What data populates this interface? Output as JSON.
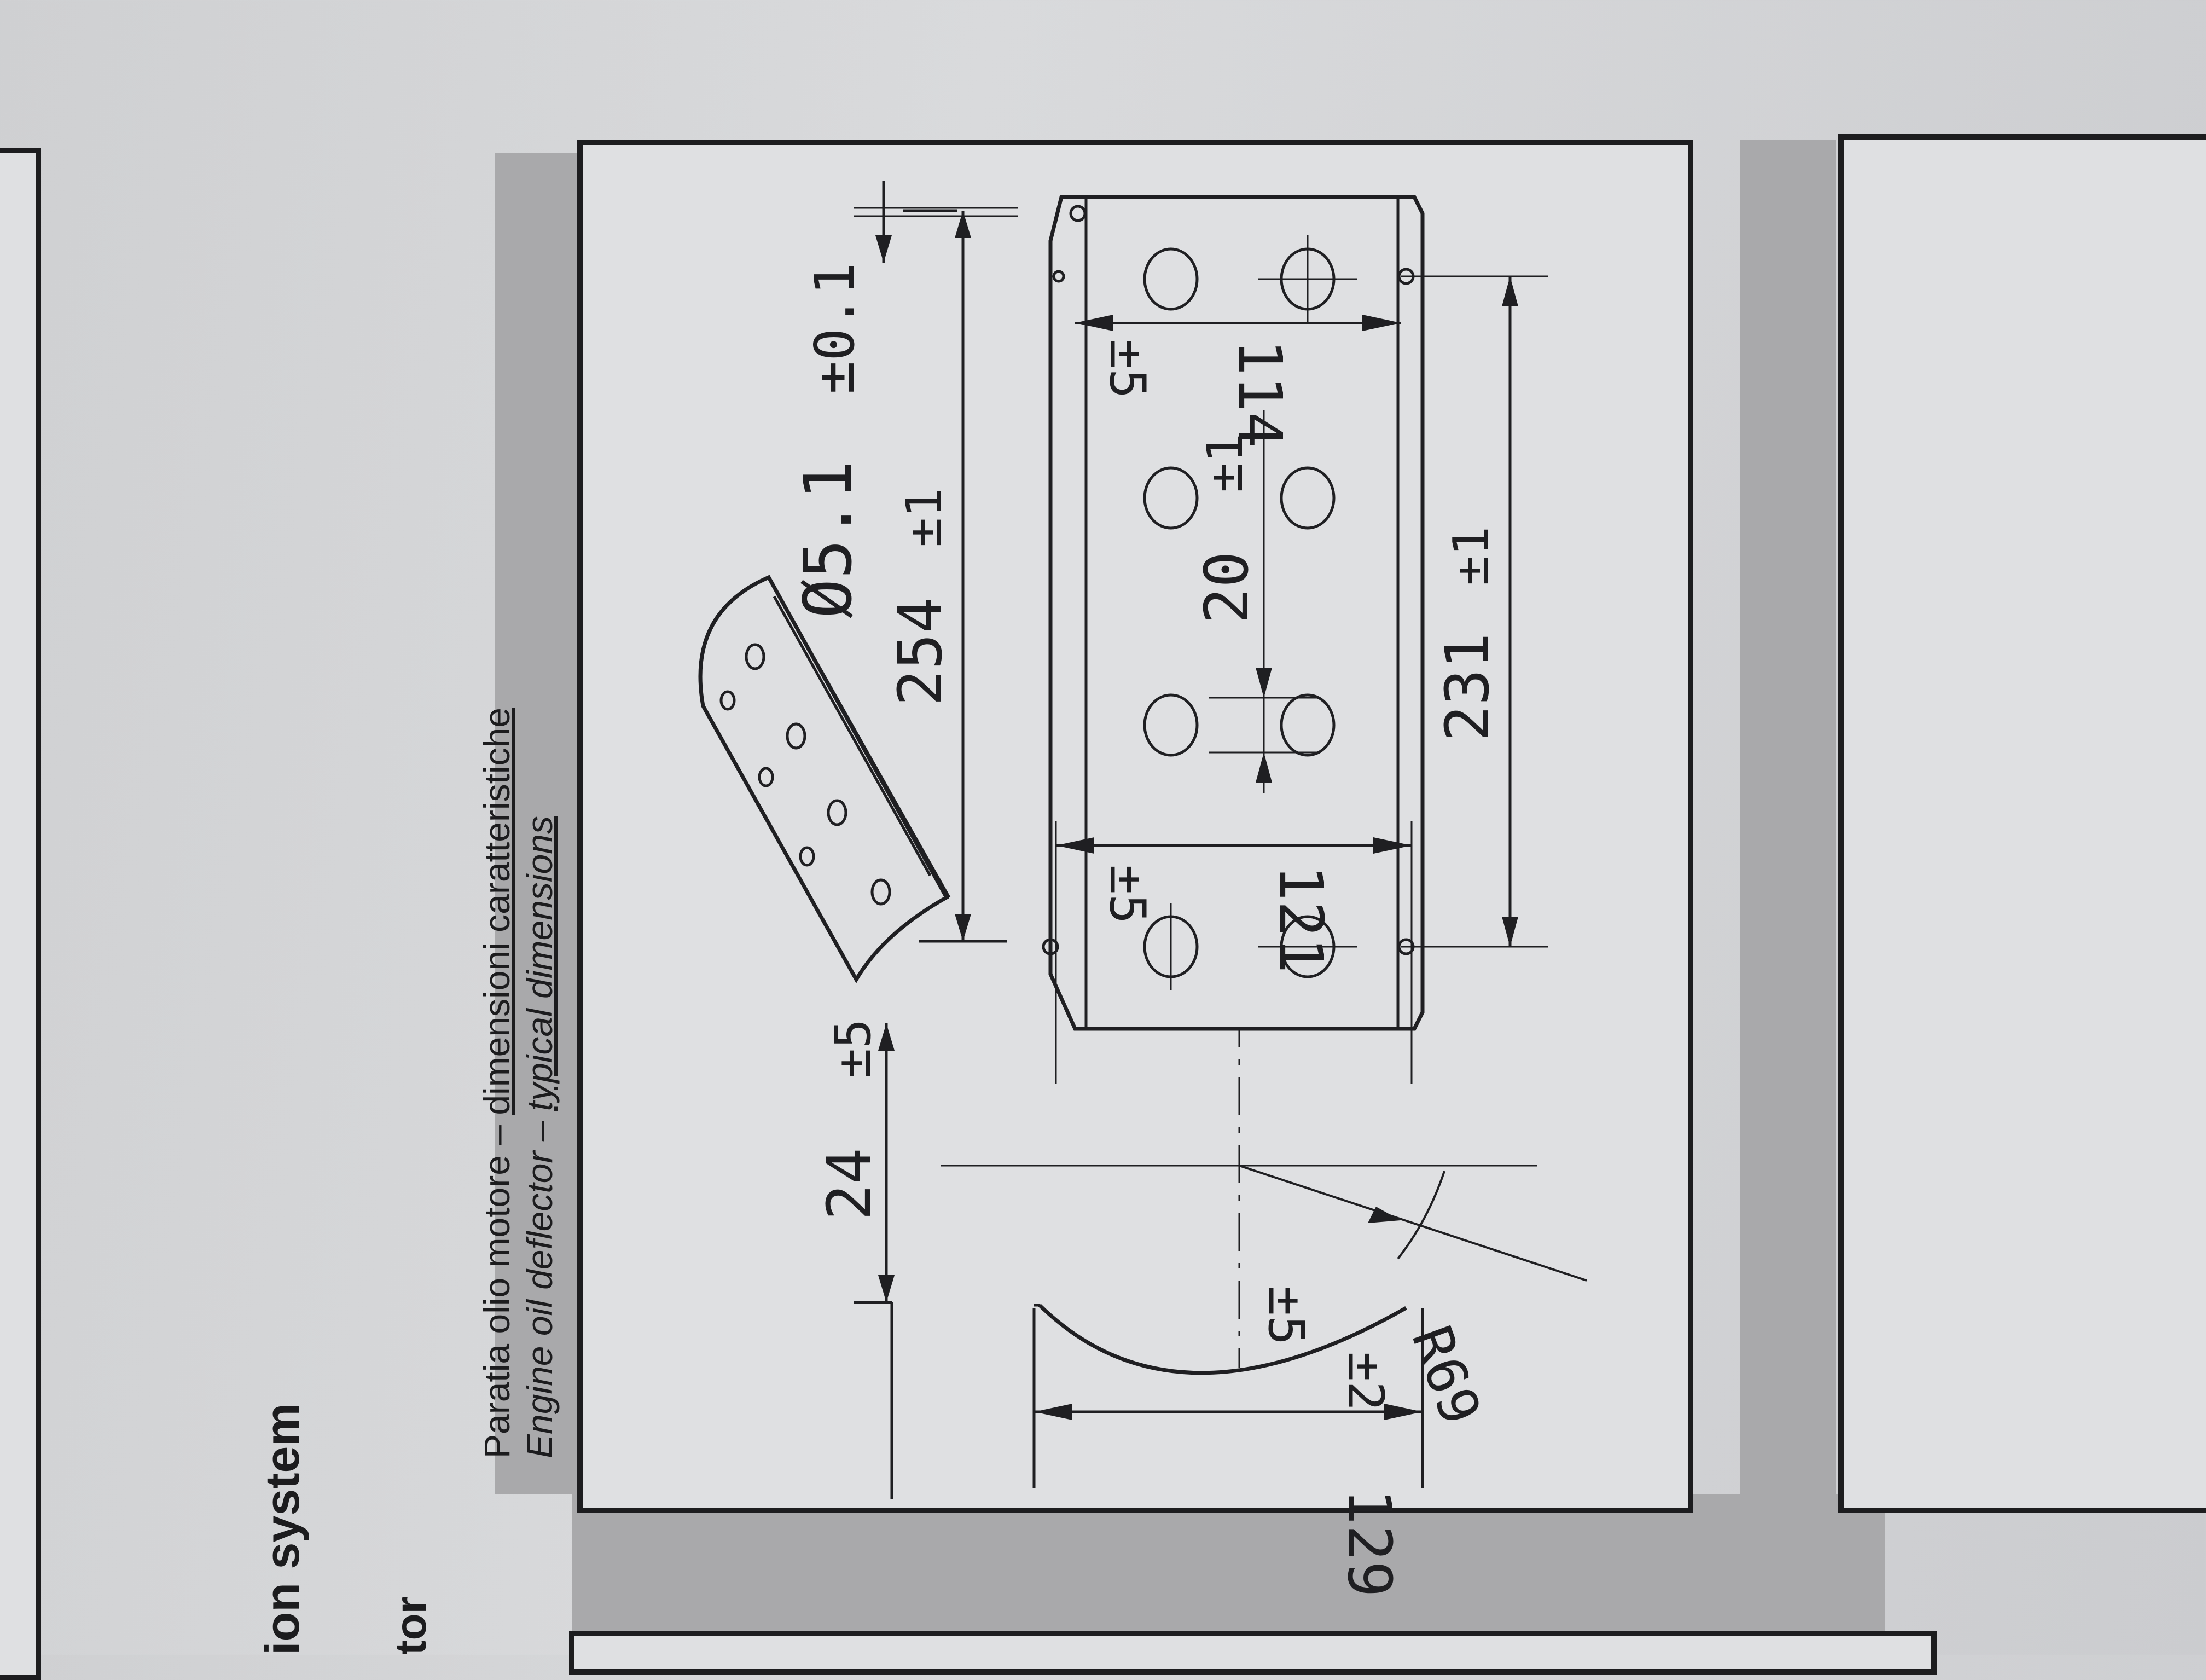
{
  "page": {
    "section_title": "ion system",
    "section_subtitle": "tor",
    "caption": {
      "it_prefix": "Paratia olio motore – ",
      "it_link": "dimensioni caratteristiche",
      "en_prefix": "Engine oil deflector – ",
      "en_link": "typical dimensions"
    }
  },
  "drawing": {
    "dims": {
      "d129": "129",
      "d129_tol": "±2",
      "r69": "R69",
      "r69_tol": "±5",
      "d24": "24",
      "d24_tol": "±5",
      "d254": "254",
      "d254_tol": "±1",
      "hole": "Ø5.1",
      "hole_tol": "±0.1",
      "d231": "231",
      "d231_tol": "±1",
      "d121": "121",
      "d121_tol": "±5",
      "d114": "114",
      "d114_tol": "±5",
      "d20": "20",
      "d20_tol": "±1"
    }
  },
  "colors": {
    "ink": "#1f1f22",
    "band": "#a9a9ab",
    "frame": "#1d1d1f",
    "paper": "#dfe0e2"
  }
}
